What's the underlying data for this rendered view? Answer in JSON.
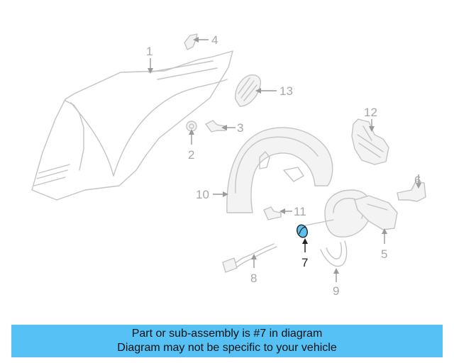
{
  "diagram": {
    "callouts": [
      {
        "id": "1",
        "label": "1"
      },
      {
        "id": "2",
        "label": "2"
      },
      {
        "id": "3",
        "label": "3"
      },
      {
        "id": "4",
        "label": "4"
      },
      {
        "id": "5",
        "label": "5"
      },
      {
        "id": "6",
        "label": "6"
      },
      {
        "id": "7",
        "label": "7"
      },
      {
        "id": "8",
        "label": "8"
      },
      {
        "id": "9",
        "label": "9"
      },
      {
        "id": "10",
        "label": "10"
      },
      {
        "id": "11",
        "label": "11"
      },
      {
        "id": "12",
        "label": "12"
      },
      {
        "id": "13",
        "label": "13"
      }
    ],
    "highlighted_part": "7",
    "highlight_color": "#5bc0f0",
    "line_color": "#c4c4c4"
  },
  "banner": {
    "line1": "Part or sub-assembly is #7 in diagram",
    "line2": "Diagram may not be specific to your vehicle",
    "background": "#55c1f5"
  }
}
